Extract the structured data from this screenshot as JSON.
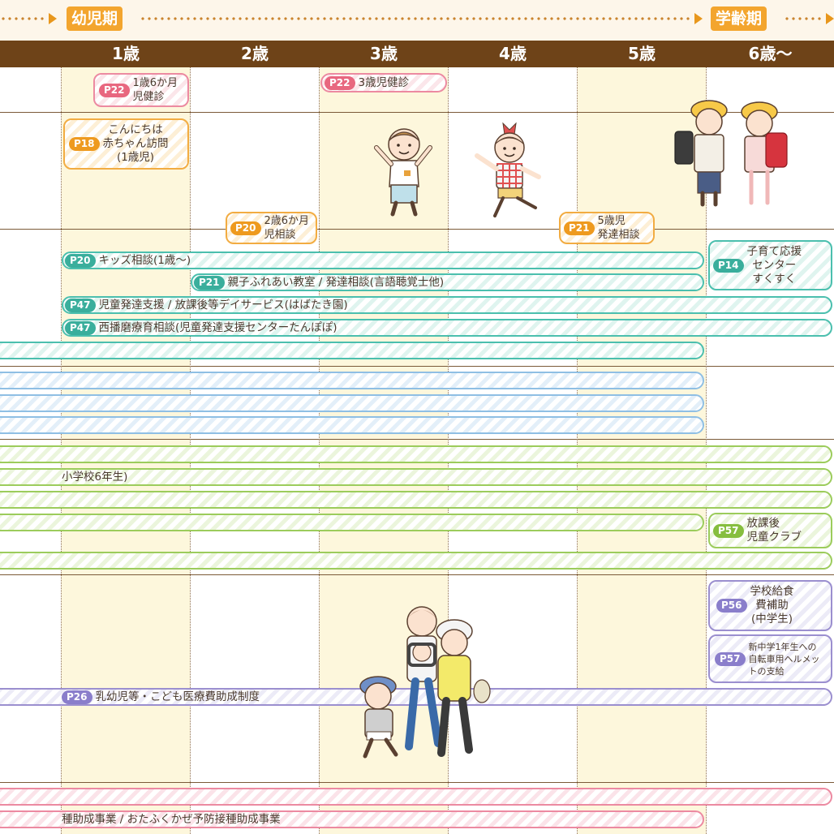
{
  "phases": {
    "infancy": "幼児期",
    "school_age": "学齢期"
  },
  "ages": [
    "1歳",
    "2歳",
    "3歳",
    "4歳",
    "5歳",
    "6歳〜"
  ],
  "checkups": [
    {
      "page": "P22",
      "text": "1歳6か月\n児健診"
    },
    {
      "page": "P22",
      "text": "3歳児健診"
    }
  ],
  "consultations": [
    {
      "page": "P18",
      "text": "こんにちは\n赤ちゃん訪問\n(1歳児)"
    },
    {
      "page": "P20",
      "text": "2歳6か月\n児相談"
    },
    {
      "page": "P21",
      "text": "5歳児\n発達相談"
    }
  ],
  "support_bars": [
    {
      "page": "P20",
      "text": "キッズ相談(1歳〜)"
    },
    {
      "page": "P21",
      "text": "親子ふれあい教室 / 発達相談(言語聴覚士他)"
    },
    {
      "page": "P47",
      "text": "児童発達支援 / 放課後等デイサービス(はばたき園)"
    },
    {
      "page": "P47",
      "text": "西播磨療育相談(児童発達支援センターたんぽぽ)"
    }
  ],
  "support_center": {
    "page": "P14",
    "text": "子育て応援\nセンター\nすくすく"
  },
  "green_bar_text": "小学校6年生)",
  "after_school": {
    "page": "P57",
    "text": "放課後\n児童クラブ"
  },
  "lunch_aid": {
    "page": "P56",
    "text": "学校給食\n費補助\n(中学生)"
  },
  "helmet": {
    "page": "P57",
    "text": "新中学1年生への\n自転車用ヘルメッ\nトの支給"
  },
  "medical": {
    "page": "P26",
    "text": "乳幼児等・こども医療費助成制度"
  },
  "vaccination_text": "種助成事業 / おたふくかぜ予防接種助成事業",
  "colors": {
    "header_brown": "#6e4318",
    "phase_orange": "#f3a52e",
    "teal": "#3aae9c",
    "red": "#e8677f",
    "orange": "#ee9a1f",
    "purple": "#8a7ecb",
    "green": "#86be3f",
    "column_cream": "#fdf7dc"
  },
  "illustrations": [
    "toddler-boy-icon",
    "girl-with-bow-icon",
    "schoolchildren-with-randoseru-icon",
    "family-walking-icon"
  ]
}
